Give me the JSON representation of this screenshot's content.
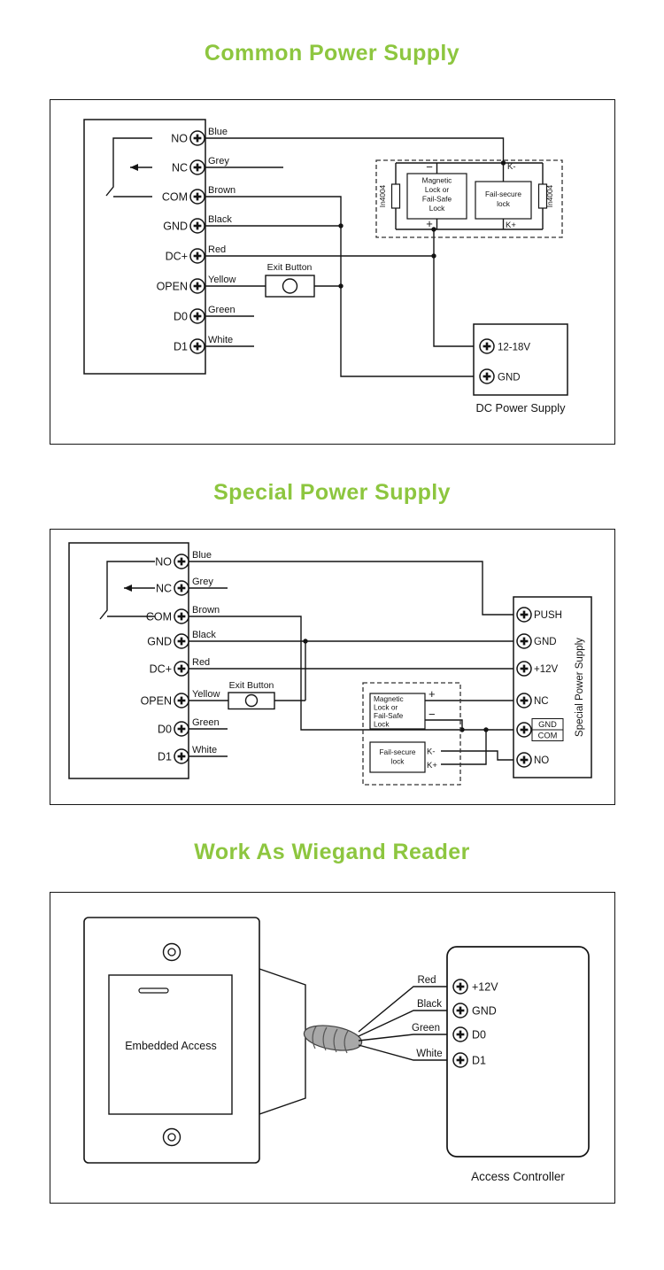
{
  "colors": {
    "title_green": "#8dc63f",
    "line": "#141414",
    "cable_grey": "#a8a8a8"
  },
  "common": {
    "title": "Common Power Supply",
    "terminals": [
      "NO",
      "NC",
      "COM",
      "GND",
      "DC+",
      "OPEN",
      "D0",
      "D1"
    ],
    "wire_colors": [
      "Blue",
      "Grey",
      "Brown",
      "Black",
      "Red",
      "Yellow",
      "Green",
      "White"
    ],
    "exit_button": "Exit Button",
    "diode": "In4004",
    "magnetic_lock": [
      "Magnetic",
      "Lock or",
      "Fail-Safe",
      "Lock"
    ],
    "fail_secure": [
      "Fail-secure",
      "lock"
    ],
    "minus": "−",
    "plus": "+",
    "k_minus": "K-",
    "k_plus": "K+",
    "dc_supply": {
      "volts": "12-18V",
      "gnd": "GND",
      "label": "DC Power Supply"
    }
  },
  "special": {
    "title": "Special Power Supply",
    "terminals": [
      "NO",
      "NC",
      "COM",
      "GND",
      "DC+",
      "OPEN",
      "D0",
      "D1"
    ],
    "wire_colors": [
      "Blue",
      "Grey",
      "Brown",
      "Black",
      "Red",
      "Yellow",
      "Green",
      "White"
    ],
    "exit_button": "Exit Button",
    "magnetic_lock": [
      "Magnetic",
      "Lock or",
      "Fail-Safe",
      "Lock"
    ],
    "fail_secure": [
      "Fail-secure",
      "lock"
    ],
    "plus": "+",
    "minus": "−",
    "k_minus": "K-",
    "k_plus": "K+",
    "psu": {
      "push": "PUSH",
      "gnd": "GND",
      "v12": "+12V",
      "nc": "NC",
      "gnd_box": "GND",
      "com_box": "COM",
      "no": "NO",
      "label": "Special Power Supply"
    }
  },
  "wiegand": {
    "title": "Work As Wiegand Reader",
    "device_label": "Embedded Access",
    "wire_colors": [
      "Red",
      "Black",
      "Green",
      "White"
    ],
    "controller": {
      "v12": "+12V",
      "gnd": "GND",
      "d0": "D0",
      "d1": "D1",
      "label": "Access Controller"
    }
  }
}
